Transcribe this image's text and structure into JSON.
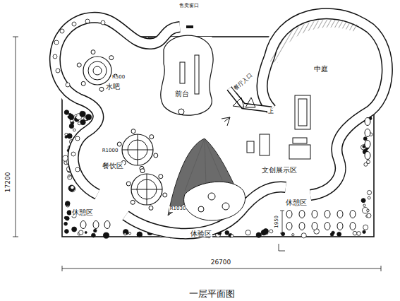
{
  "diagram": {
    "caption": "一层平面图",
    "labels": [
      "售卖窗口",
      "水吧",
      "R500",
      "前台",
      "餐厅入口",
      "中庭",
      "上",
      "R1000",
      "餐饮区",
      "文创展示区",
      "休憩区",
      "休憩区",
      "体验区",
      "R1030",
      "1950",
      "17200",
      "26700"
    ]
  }
}
